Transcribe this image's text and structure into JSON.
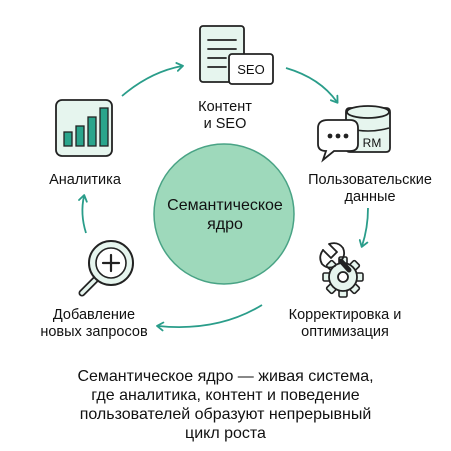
{
  "center": {
    "lines": [
      "Семантическое",
      "ядро"
    ]
  },
  "nodes": [
    {
      "id": "content",
      "lines": [
        "Контент",
        "и SEO"
      ],
      "icon": "document-seo-icon",
      "badge": "SEO"
    },
    {
      "id": "user_data",
      "lines": [
        "Пользовательские",
        "данные"
      ],
      "icon": "chat-database-icon",
      "badge": "RM"
    },
    {
      "id": "optimization",
      "lines": [
        "Корректировка и",
        "оптимизация"
      ],
      "icon": "wrench-gear-icon"
    },
    {
      "id": "queries",
      "lines": [
        "Добавление",
        "новых запросов"
      ],
      "icon": "magnifier-plus-icon"
    },
    {
      "id": "analytics",
      "lines": [
        "Аналитика"
      ],
      "icon": "bar-chart-icon"
    }
  ],
  "caption": {
    "lines": [
      "Семантическое ядро — живая система,",
      "где аналитика, контент и поведение",
      "пользователей образуют непрерывный",
      "цикл роста"
    ]
  },
  "colors": {
    "accent": "#2a9d8a",
    "center_fill": "#9ed9bb",
    "center_stroke": "#49a385",
    "icon_fill": "#e6f5ee",
    "icon_stroke": "#222222",
    "bar_fill": "#2aa58c"
  }
}
